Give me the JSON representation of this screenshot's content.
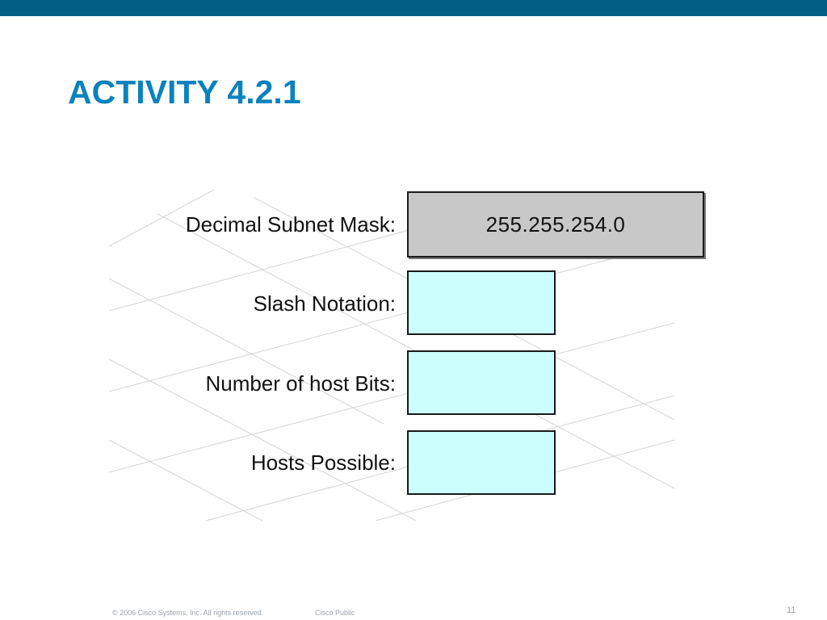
{
  "slide": {
    "title": "ACTIVITY 4.2.1"
  },
  "activity": {
    "rows": [
      {
        "label": "Decimal Subnet Mask:",
        "value": "255.255.254.0"
      },
      {
        "label": "Slash Notation:",
        "value": ""
      },
      {
        "label": "Number of host Bits:",
        "value": ""
      },
      {
        "label": "Hosts Possible:",
        "value": ""
      }
    ]
  },
  "footer": {
    "copyright": "© 2006 Cisco Systems, Inc. All rights reserved.",
    "classification": "Cisco Public",
    "page_number": "11"
  },
  "colors": {
    "top_bar": "#015f86",
    "title": "#0a82bd",
    "given_box": "#c8c8c8",
    "blank_box": "#ccfefe"
  }
}
